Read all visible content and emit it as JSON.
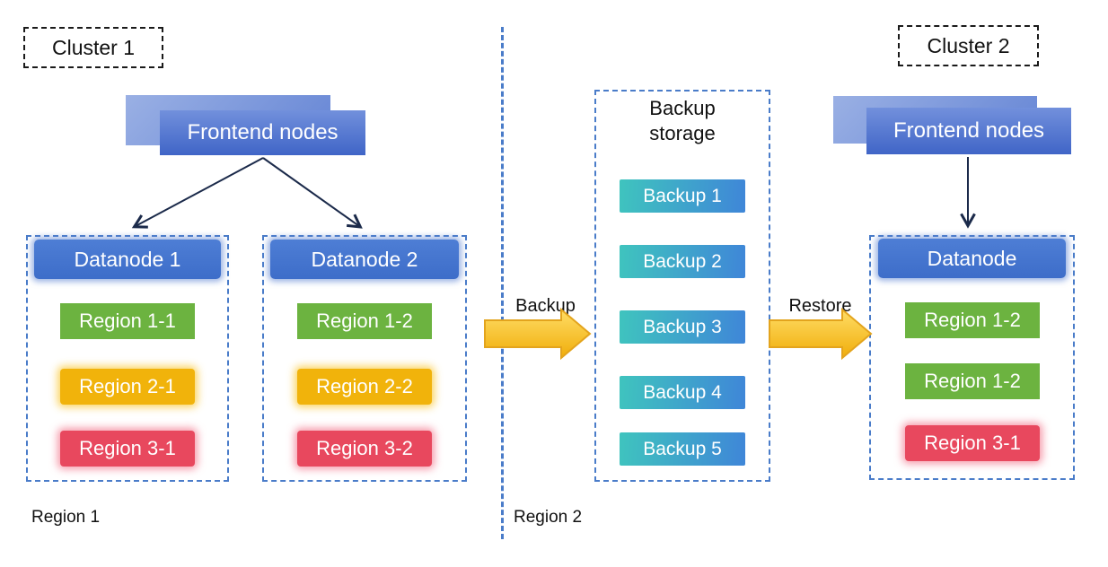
{
  "cluster1": {
    "label": "Cluster 1",
    "frontend_label": "Frontend nodes",
    "region_footer": "Region 1",
    "datanodes": [
      {
        "title": "Datanode 1",
        "regions": [
          "Region 1-1",
          "Region 2-1",
          "Region 3-1"
        ]
      },
      {
        "title": "Datanode 2",
        "regions": [
          "Region 1-2",
          "Region 2-2",
          "Region 3-2"
        ]
      }
    ]
  },
  "cluster2": {
    "label": "Cluster 2",
    "frontend_label": "Frontend nodes",
    "datanodes": [
      {
        "title": "Datanode",
        "regions": [
          "Region 1-2",
          "Region 1-2",
          "Region 3-1"
        ]
      }
    ]
  },
  "storage": {
    "title": "Backup storage",
    "items": [
      "Backup 1",
      "Backup 2",
      "Backup 3",
      "Backup 4",
      "Backup 5"
    ],
    "region_footer": "Region 2"
  },
  "flows": {
    "backup_label": "Backup",
    "restore_label": "Restore"
  },
  "colors": {
    "region_green": "#6cb340",
    "region_yellow": "#f1b30b",
    "region_red": "#e8485e",
    "datanode_blue": "#4373ce",
    "frontend_blue": "#4f73cf",
    "backup_gradient_start": "#3fc4be",
    "backup_gradient_end": "#3f86d8",
    "dashed_border_blue": "#4a7cc9",
    "flow_arrow_yellow": "#f2b211",
    "connector_dark": "#1b2a4a"
  }
}
